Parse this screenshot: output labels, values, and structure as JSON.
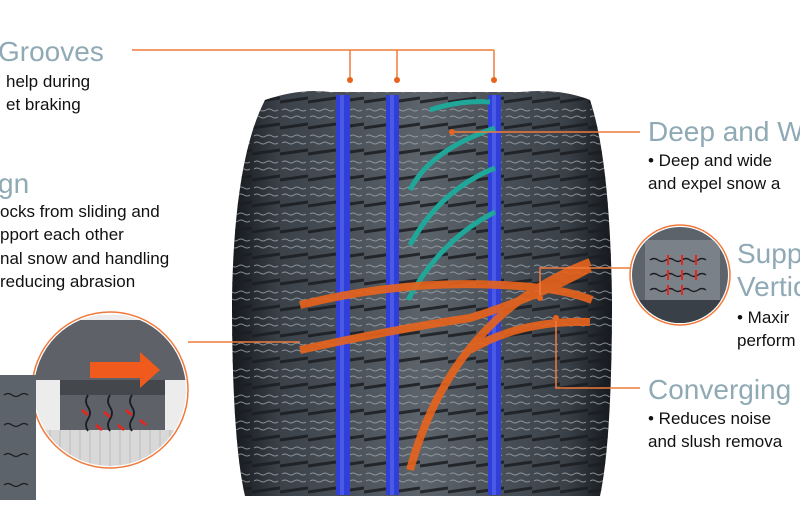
{
  "callouts": {
    "grooves": {
      "title": "Grooves",
      "lines": [
        "help during",
        "et braking"
      ]
    },
    "sign": {
      "title": "gn",
      "lines": [
        "ocks from sliding and",
        "pport each other",
        "nal snow and handling",
        "reducing abrasion"
      ]
    },
    "deep_wide": {
      "title": "Deep and W",
      "lines": [
        "• Deep and wide",
        "and expel snow a"
      ]
    },
    "support": {
      "title_lines": [
        "Supp",
        "Vertic"
      ],
      "lines": [
        "• Maxir",
        "perform"
      ]
    },
    "converging": {
      "title": "Converging",
      "lines": [
        "• Reduces noise",
        "and slush remova"
      ]
    }
  },
  "colors": {
    "heading": "#8fa9b5",
    "callout_line": "#f07a3c",
    "groove_blue": "#2f3fd8",
    "sipe_teal": "#1fa89a",
    "sipe_orange": "#e8631c",
    "tire_rubber": "#2b3036"
  }
}
